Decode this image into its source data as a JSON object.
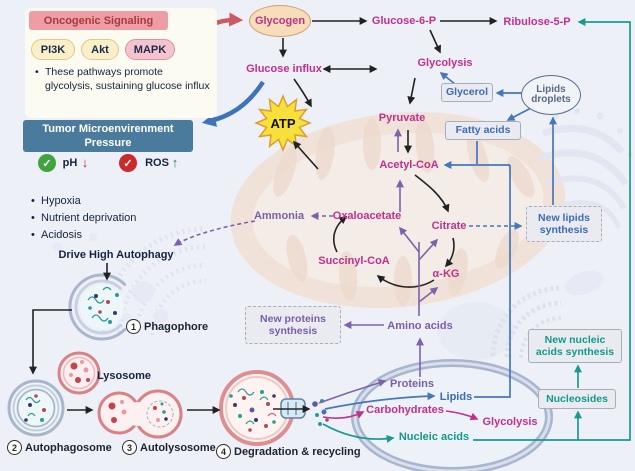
{
  "palette": {
    "metabolite_pink": "#c2308c",
    "amino_purple": "#7a5fa8",
    "lipid_blue": "#3b6cb4",
    "nucleic_teal": "#13998a",
    "oncogenic_header_pink": "#ef9da4",
    "tumor_header_blue": "#4a7b9d",
    "atp_yellow": "#f8e03a",
    "lysosome_red": "#d98186"
  },
  "oncogenic_panel": {
    "title": "Oncogenic Signaling",
    "pathways": [
      "PI3K",
      "Akt",
      "MAPK"
    ],
    "bullet": "These pathways promote glycolysis, sustaining glucose influx"
  },
  "tumor_panel": {
    "title": "Tumor Microenvirenment\nPressure",
    "check_glyph": "✓",
    "ph_label": "pH",
    "ph_arrow": "↓",
    "ros_label": "ROS",
    "ros_arrow": "↑",
    "bullets": [
      "Hypoxia",
      "Nutrient deprivation",
      "Acidosis"
    ],
    "drive_label": "Drive High Autophagy"
  },
  "autophagy": {
    "steps": [
      {
        "num": "1",
        "label": "Phagophore"
      },
      {
        "num": "2",
        "label": "Autophagosome"
      },
      {
        "num": "3",
        "label": "Autolysosome"
      },
      {
        "num": "4",
        "label": "Degradation & recycling"
      }
    ],
    "lysosome": "Lysosome"
  },
  "metabolism": {
    "glycogen": "Glycogen",
    "glucose_6_p": "Glucose-6-P",
    "ribulose_5_p": "Ribulose-5-P",
    "glucose_influx": "Glucose influx",
    "glycolysis": "Glycolysis",
    "pyruvate": "Pyruvate",
    "acetyl_coa": "Acetyl-CoA",
    "atp": "ATP",
    "ammonia": "Ammonia",
    "oxaloacetate": "Oxaloacetate",
    "citrate": "Citrate",
    "succinyl_coa": "Succinyl-CoA",
    "alpha_kg": "α-KG",
    "amino_acids": "Amino acids",
    "glycerol": "Glycerol",
    "fatty_acids": "Fatty acids",
    "lipids_droplets": "Lipids droplets"
  },
  "synthesis": {
    "new_lipids": "New lipids synthesis",
    "new_proteins": "New proteins synthesis",
    "new_nucleic": "New nucleic acids synthesis",
    "nucleosides": "Nucleosides"
  },
  "recycled": {
    "proteins": "Proteins",
    "lipids": "Lipids",
    "carbohydrates": "Carbohydrates",
    "glycolysis": "Glycolysis",
    "nucleic_acids": "Nucleic acids"
  }
}
